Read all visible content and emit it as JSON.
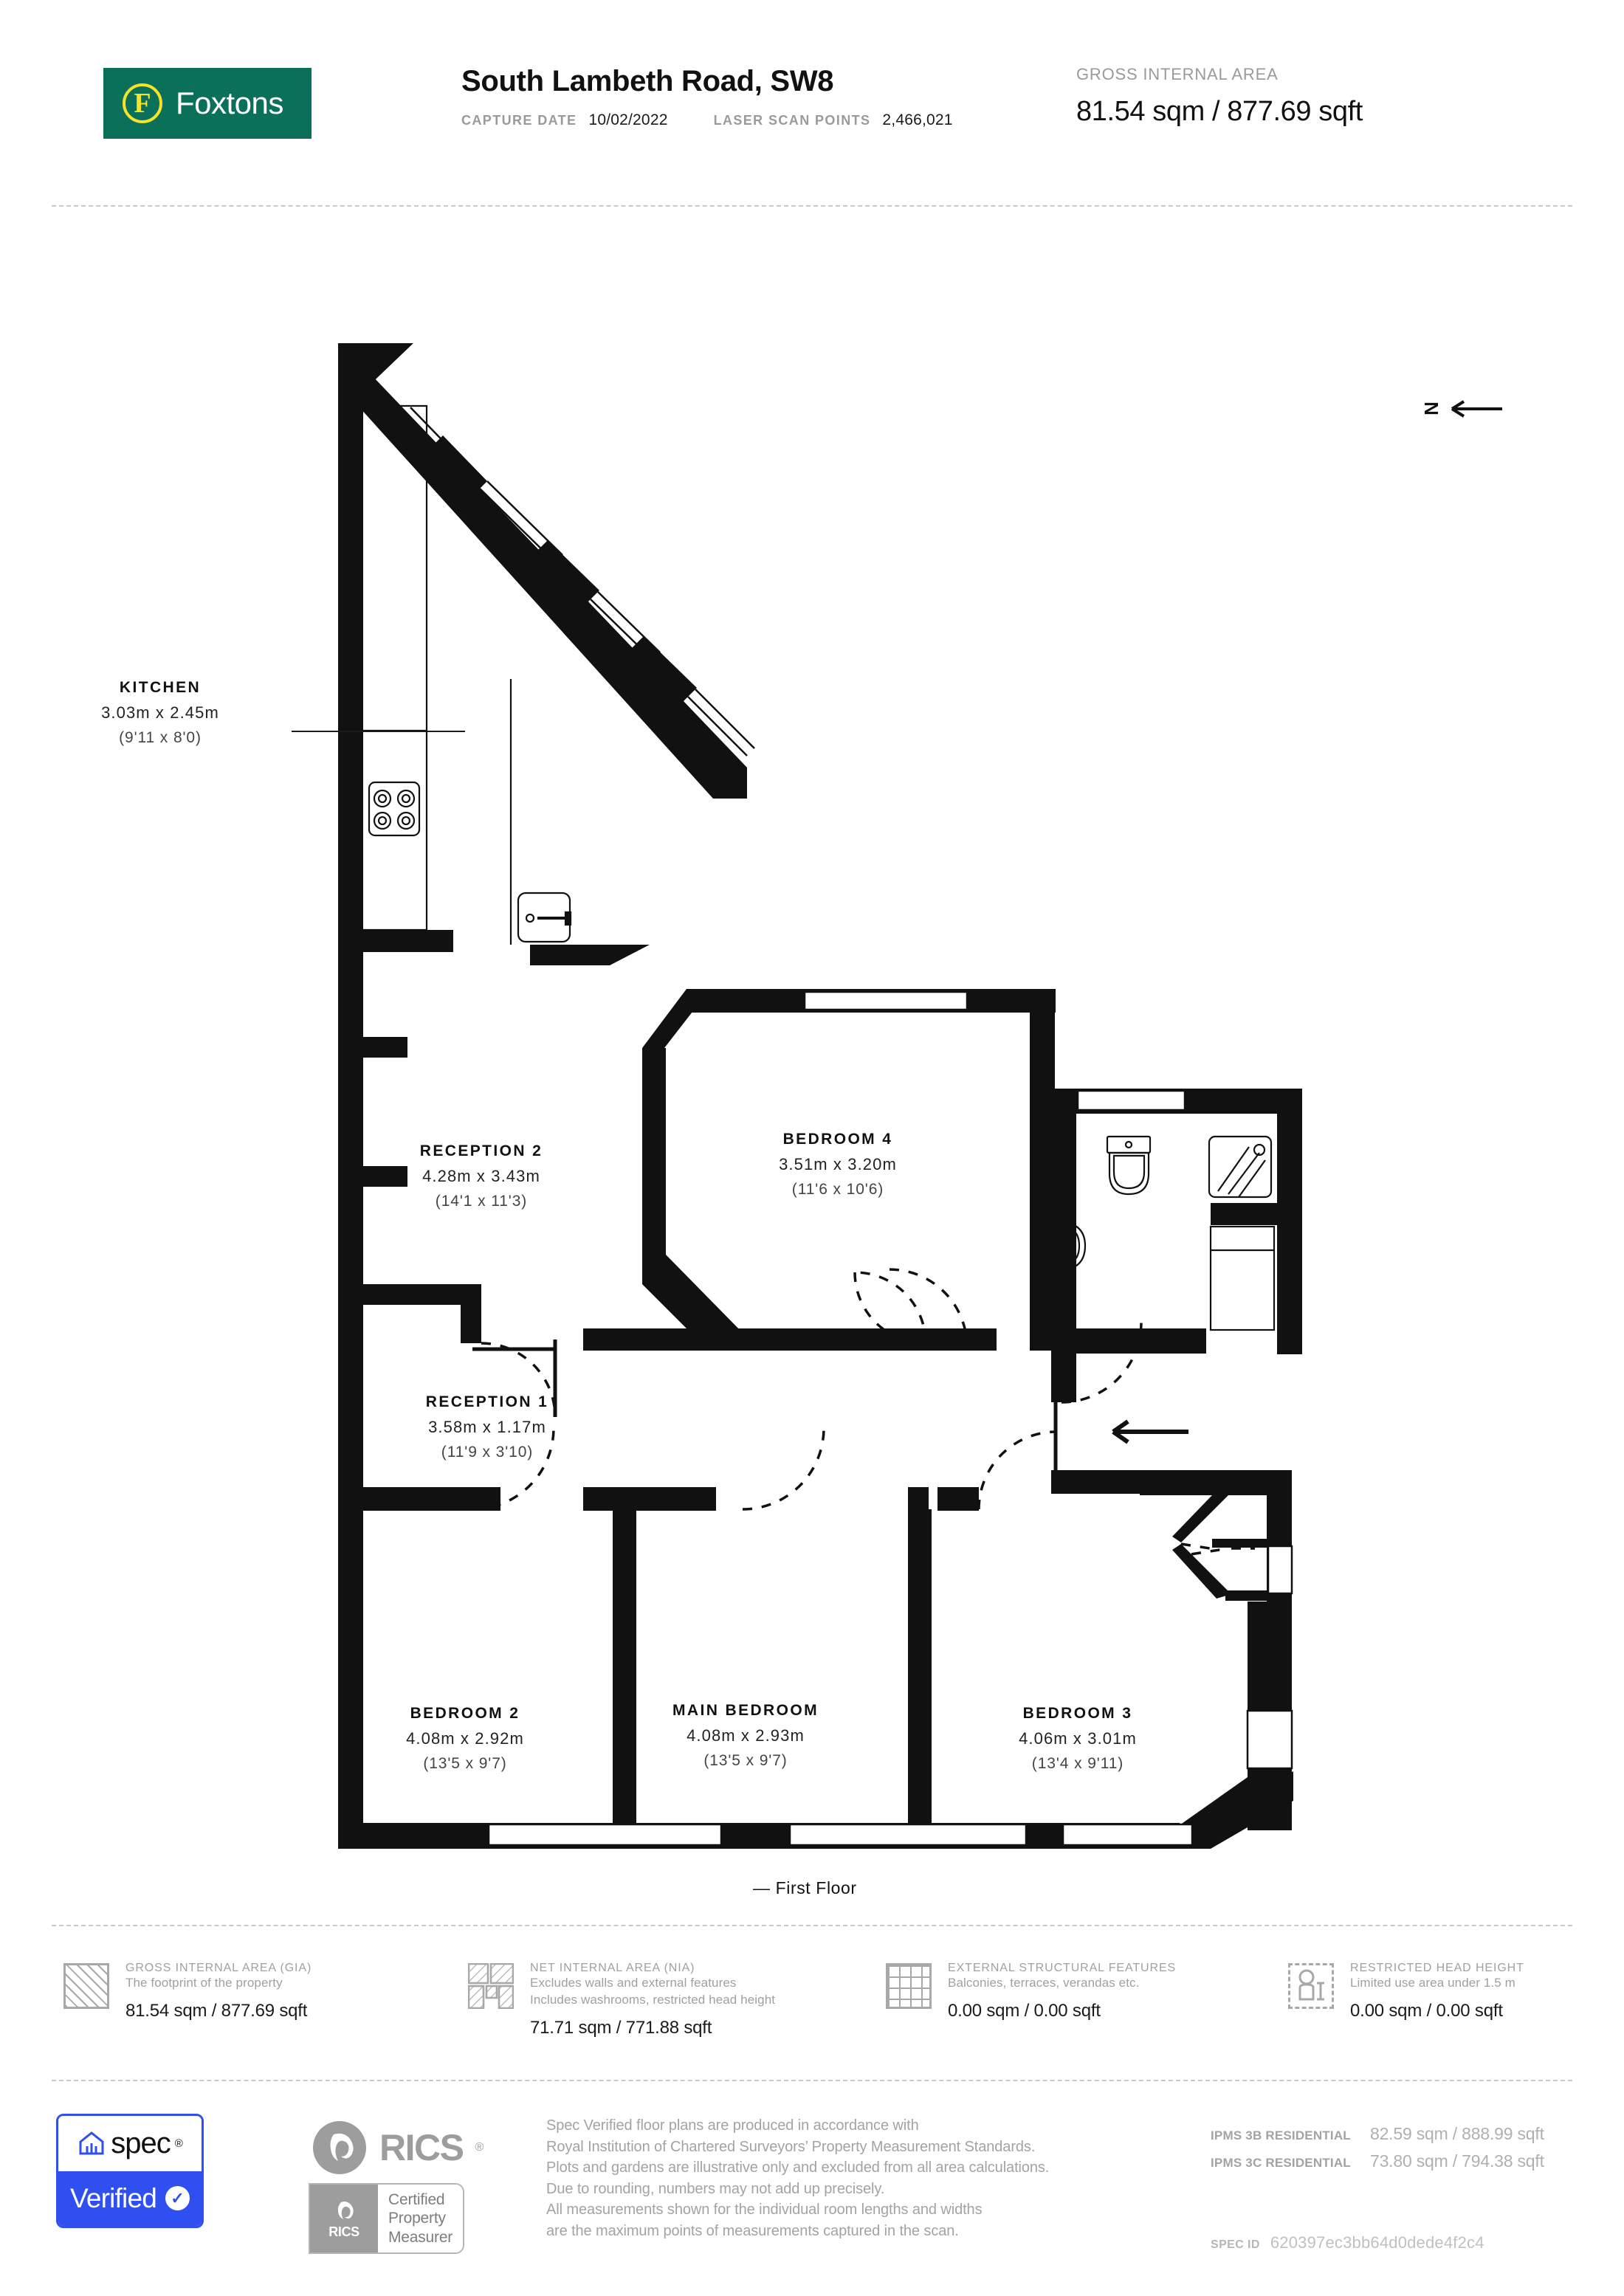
{
  "header": {
    "brand_name": "Foxtons",
    "brand_mark": "F",
    "brand_color": "#0a7059",
    "brand_accent": "#f5e32a",
    "title": "South Lambeth Road, SW8",
    "capture_date_label": "CAPTURE DATE",
    "capture_date_value": "10/02/2022",
    "laser_points_label": "LASER SCAN POINTS",
    "laser_points_value": "2,466,021",
    "gia_label": "GROSS INTERNAL AREA",
    "gia_value": "81.54 sqm / 877.69 sqft"
  },
  "plan": {
    "north_letter": "N",
    "floor_caption": "— First Floor",
    "rooms": [
      {
        "name": "KITCHEN",
        "metric": "3.03m x 2.45m",
        "imperial": "(9'11 x 8'0)"
      },
      {
        "name": "RECEPTION 2",
        "metric": "4.28m x 3.43m",
        "imperial": "(14'1 x 11'3)"
      },
      {
        "name": "BEDROOM 4",
        "metric": "3.51m x 3.20m",
        "imperial": "(11'6 x 10'6)"
      },
      {
        "name": "RECEPTION 1",
        "metric": "3.58m x 1.17m",
        "imperial": "(11'9 x 3'10)"
      },
      {
        "name": "BEDROOM 2",
        "metric": "4.08m x 2.92m",
        "imperial": "(13'5 x 9'7)"
      },
      {
        "name": "MAIN BEDROOM",
        "metric": "4.08m x 2.93m",
        "imperial": "(13'5 x 9'7)"
      },
      {
        "name": "BEDROOM 3",
        "metric": "4.06m x 3.01m",
        "imperial": "(13'4 x 9'11)"
      }
    ]
  },
  "legend": [
    {
      "title": "GROSS INTERNAL AREA (GIA)",
      "sub1": "The footprint of the property",
      "sub2": "",
      "value": "81.54 sqm / 877.69 sqft",
      "swatch": "hatch-solid"
    },
    {
      "title": "NET INTERNAL AREA (NIA)",
      "sub1": "Excludes walls and external features",
      "sub2": "Includes washrooms, restricted head height",
      "value": "71.71 sqm / 771.88 sqft",
      "swatch": "hatch-rooms"
    },
    {
      "title": "EXTERNAL STRUCTURAL FEATURES",
      "sub1": "Balconies, terraces, verandas etc.",
      "sub2": "",
      "value": "0.00 sqm / 0.00 sqft",
      "swatch": "grid"
    },
    {
      "title": "RESTRICTED HEAD HEIGHT",
      "sub1": "Limited use area under 1.5 m",
      "sub2": "",
      "value": "0.00 sqm / 0.00 sqft",
      "swatch": "dashed-person"
    }
  ],
  "footer": {
    "spec_word": "spec",
    "spec_reg": "®",
    "spec_verified": "Verified",
    "rics_word": "RICS",
    "rics_reg": "®",
    "rics_cert_small": "RICS",
    "rics_cert_line1": "Certified",
    "rics_cert_line2": "Property",
    "rics_cert_line3": "Measurer",
    "disclaimer_lines": [
      "Spec Verified floor plans are produced in accordance with",
      "Royal Institution of Chartered Surveyors’ Property Measurement Standards.",
      "Plots and gardens are illustrative only and excluded from all area calculations.",
      "Due to rounding, numbers may not add up precisely.",
      "All measurements shown for the individual room lengths and widths",
      "are the maximum points of measurements captured in the scan."
    ],
    "ipms": [
      {
        "key": "IPMS 3B RESIDENTIAL",
        "value": "82.59 sqm / 888.99 sqft"
      },
      {
        "key": "IPMS 3C RESIDENTIAL",
        "value": "73.80 sqm / 794.38 sqft"
      }
    ],
    "spec_id_label": "SPEC ID",
    "spec_id_value": "620397ec3bb64d0dede4f2c4"
  }
}
